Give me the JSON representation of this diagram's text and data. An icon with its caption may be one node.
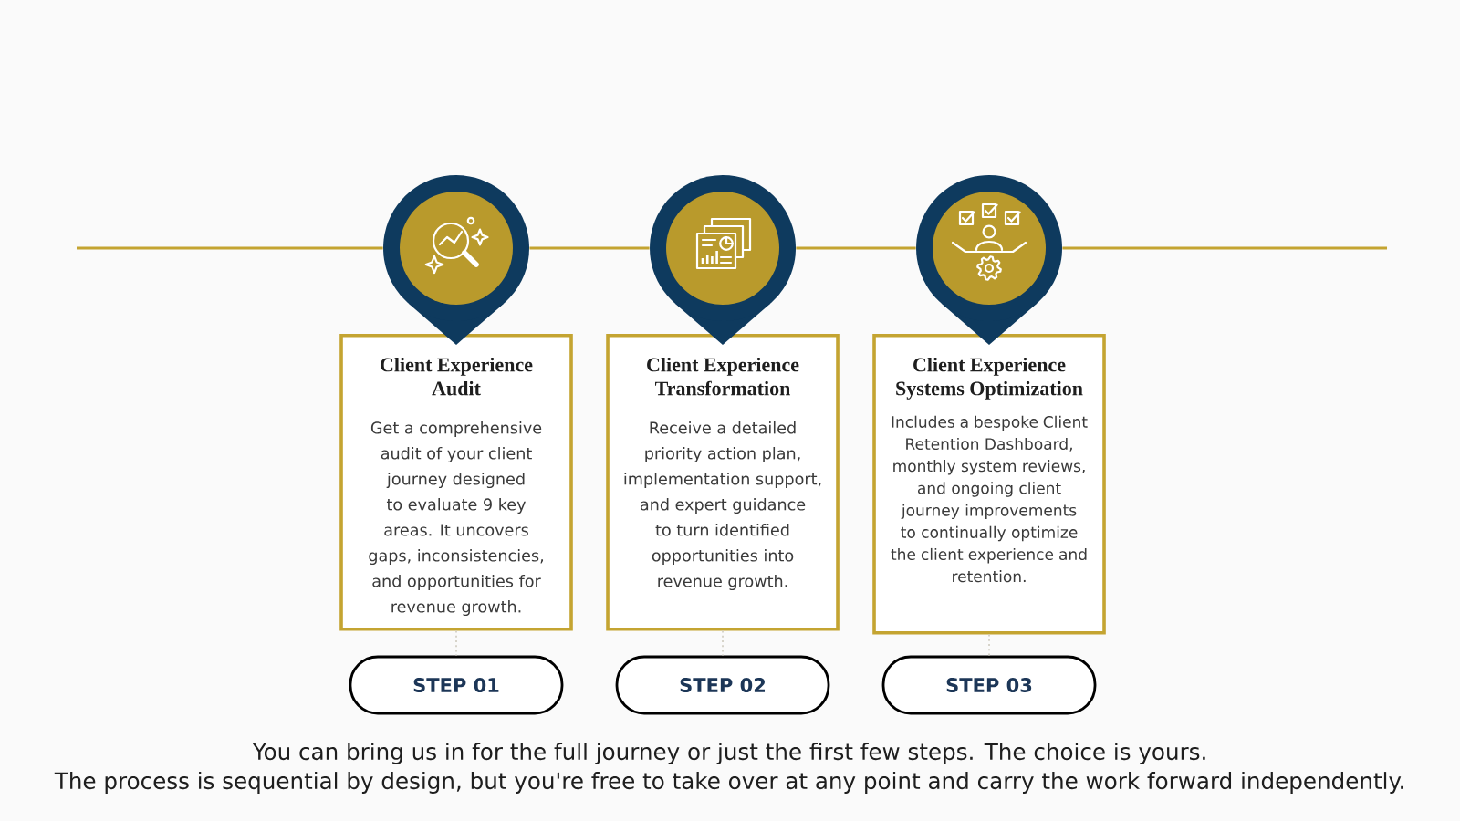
{
  "diagram": {
    "nodes": [
      {
        "text": [],
        "shape": "circle"
      },
      {
        "text": [],
        "shape": "circle"
      },
      {
        "text": [],
        "shape": "circle"
      },
      {
        "text": [
          "Client Experience Audit",
          "Get a comprehensive audit of your client journey designed to evaluate 9 key areas. It uncovers gaps, inconsistencies, and opportunities for revenue growth."
        ]
      },
      {
        "text": [
          "Client Experience Transformation",
          "Receive a detailed priority action plan, implementation support, and expert guidance to turn identified opportunities into revenue growth."
        ]
      },
      {
        "text": [
          "Client Experience Systems Optimization",
          "Includes a bespoke Client Retention Dashboard, monthly system reviews, and ongoing client journey improvements to continually optimize the client experience and retention."
        ]
      },
      {
        "text": [
          "STEP 01"
        ]
      },
      {
        "text": [
          "STEP 02"
        ]
      },
      {
        "text": [
          "STEP 03"
        ]
      }
    ],
    "edges": [
      {
        "from": null,
        "to": 0,
        "arrow": "none"
      },
      {
        "from": 0,
        "to": 1,
        "arrow": "none"
      },
      {
        "from": 1,
        "to": 2,
        "arrow": "none"
      },
      {
        "from": 2,
        "to": null,
        "arrow": "none"
      },
      {
        "from": 3,
        "to": 6,
        "arrow": "none",
        "style": "dashed",
        "color": "#d3cfc4"
      },
      {
        "from": 4,
        "to": 7,
        "arrow": "none",
        "style": "dashed",
        "color": "#d3cfc4"
      },
      {
        "from": 5,
        "to": 8,
        "arrow": "none",
        "style": "dashed",
        "color": "#d3cfc4"
      }
    ],
    "labels": [
      "You can bring us in for the full journey or just the first few steps. The choice is yours.",
      "The process is sequential by design, but you're free to take over at any point and carry the work forward independently."
    ]
  }
}
